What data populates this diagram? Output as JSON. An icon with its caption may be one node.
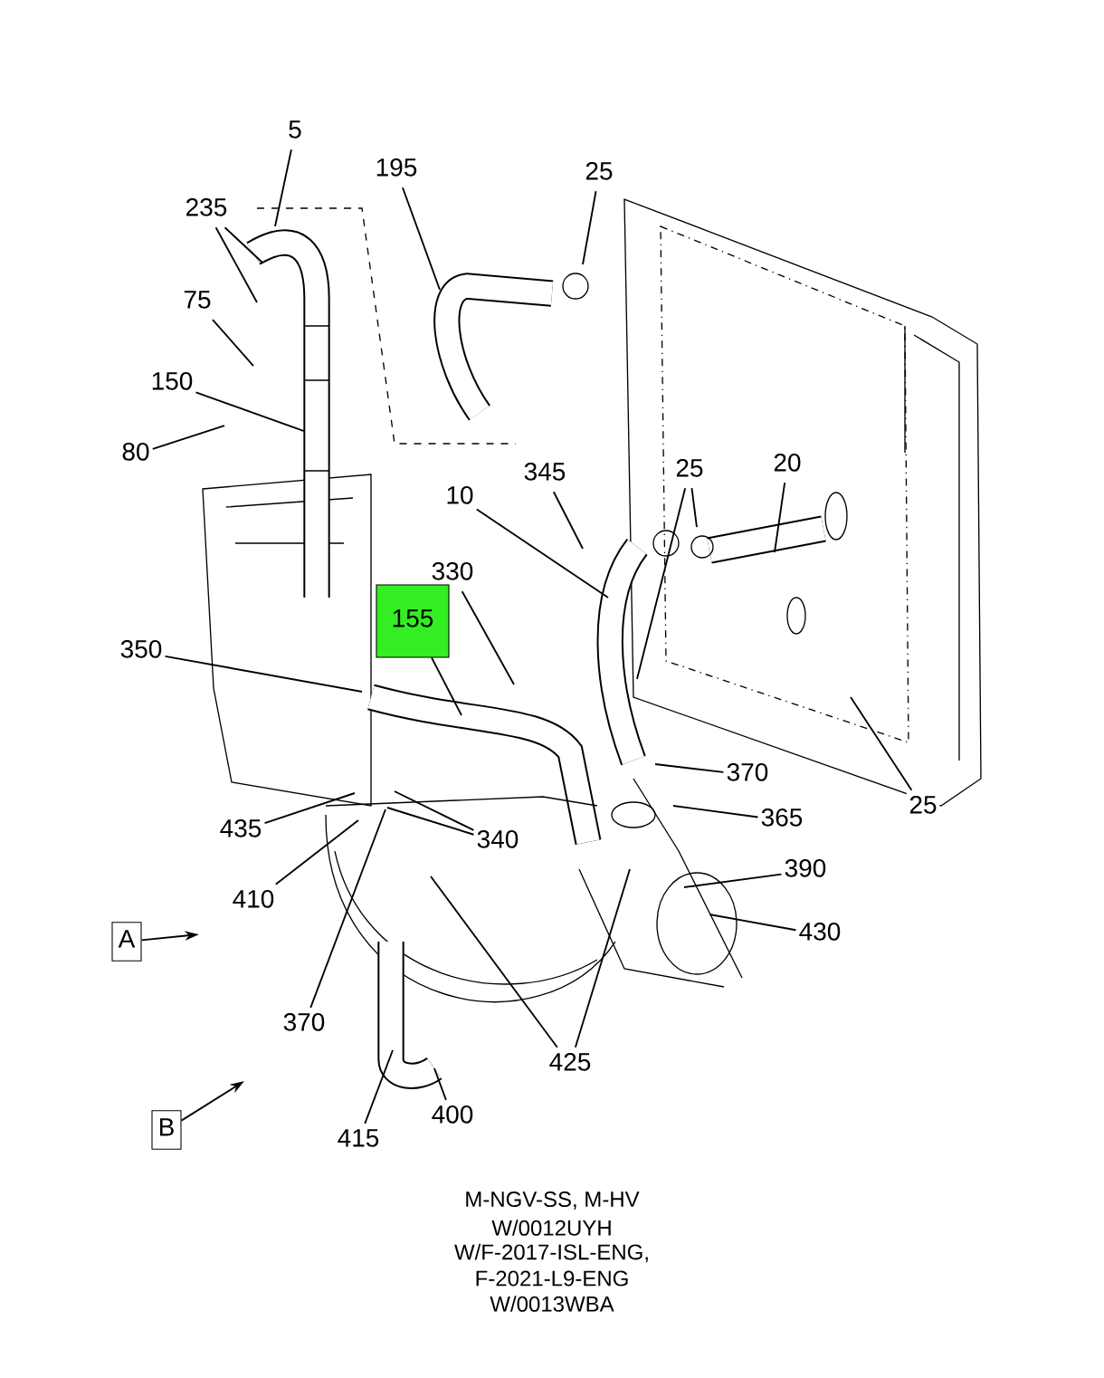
{
  "diagram": {
    "nodes": [
      {
        "text": [
          "5"
        ]
      },
      {
        "text": [
          "195"
        ]
      },
      {
        "text": [
          "25"
        ]
      },
      {
        "text": [
          "235"
        ]
      },
      {
        "text": [
          "75"
        ]
      },
      {
        "text": [
          "150"
        ]
      },
      {
        "text": [
          "80"
        ]
      },
      {
        "text": [
          "25"
        ]
      },
      {
        "text": [
          "20"
        ]
      },
      {
        "text": [
          "345"
        ]
      },
      {
        "text": [
          "10"
        ]
      },
      {
        "text": [
          "330"
        ]
      },
      {
        "text": [
          "155"
        ]
      },
      {
        "text": [
          "350"
        ]
      },
      {
        "text": [
          "370"
        ]
      },
      {
        "text": [
          "25"
        ]
      },
      {
        "text": [
          "435"
        ]
      },
      {
        "text": [
          "340"
        ]
      },
      {
        "text": [
          "365"
        ]
      },
      {
        "text": [
          "410"
        ]
      },
      {
        "text": [
          "390"
        ]
      },
      {
        "text": [
          "430"
        ]
      },
      {
        "text": [
          "A"
        ]
      },
      {
        "text": [
          "370"
        ]
      },
      {
        "text": [
          "425"
        ]
      },
      {
        "text": [
          "B"
        ]
      },
      {
        "text": [
          "415"
        ]
      },
      {
        "text": [
          "400"
        ]
      }
    ],
    "edges": [
      {
        "from": 0,
        "to": null,
        "arrow": "none"
      },
      {
        "from": 1,
        "to": null,
        "arrow": "none"
      },
      {
        "from": 2,
        "to": null,
        "arrow": "none"
      },
      {
        "from": 3,
        "to": null,
        "arrow": "none"
      },
      {
        "from": 3,
        "to": null,
        "arrow": "none"
      },
      {
        "from": 4,
        "to": null,
        "arrow": "none"
      },
      {
        "from": 5,
        "to": null,
        "arrow": "none"
      },
      {
        "from": 6,
        "to": null,
        "arrow": "none"
      },
      {
        "from": 7,
        "to": null,
        "arrow": "none"
      },
      {
        "from": 7,
        "to": null,
        "arrow": "none"
      },
      {
        "from": 8,
        "to": null,
        "arrow": "none"
      },
      {
        "from": 9,
        "to": null,
        "arrow": "none"
      },
      {
        "from": 10,
        "to": null,
        "arrow": "none"
      },
      {
        "from": 11,
        "to": null,
        "arrow": "none"
      },
      {
        "from": 12,
        "to": null,
        "arrow": "none"
      },
      {
        "from": 13,
        "to": null,
        "arrow": "none"
      },
      {
        "from": 14,
        "to": null,
        "arrow": "none"
      },
      {
        "from": 15,
        "to": null,
        "arrow": "none"
      },
      {
        "from": 16,
        "to": null,
        "arrow": "none"
      },
      {
        "from": 17,
        "to": null,
        "arrow": "none"
      },
      {
        "from": 17,
        "to": null,
        "arrow": "none"
      },
      {
        "from": 18,
        "to": null,
        "arrow": "none"
      },
      {
        "from": 19,
        "to": null,
        "arrow": "none"
      },
      {
        "from": 20,
        "to": null,
        "arrow": "none"
      },
      {
        "from": 21,
        "to": null,
        "arrow": "none"
      },
      {
        "from": 22,
        "to": null,
        "arrow": "to"
      },
      {
        "from": 23,
        "to": null,
        "arrow": "none"
      },
      {
        "from": 24,
        "to": null,
        "arrow": "none"
      },
      {
        "from": 24,
        "to": null,
        "arrow": "none"
      },
      {
        "from": 25,
        "to": null,
        "arrow": "to"
      },
      {
        "from": 26,
        "to": null,
        "arrow": "none"
      },
      {
        "from": 27,
        "to": null,
        "arrow": "none"
      }
    ],
    "labels": [
      "M-NGV-SS, M-HV",
      "W/0012UYH",
      "W/F-2017-ISL-ENG,",
      "F-2021-L9-ENG",
      "W/0013WBA"
    ]
  }
}
